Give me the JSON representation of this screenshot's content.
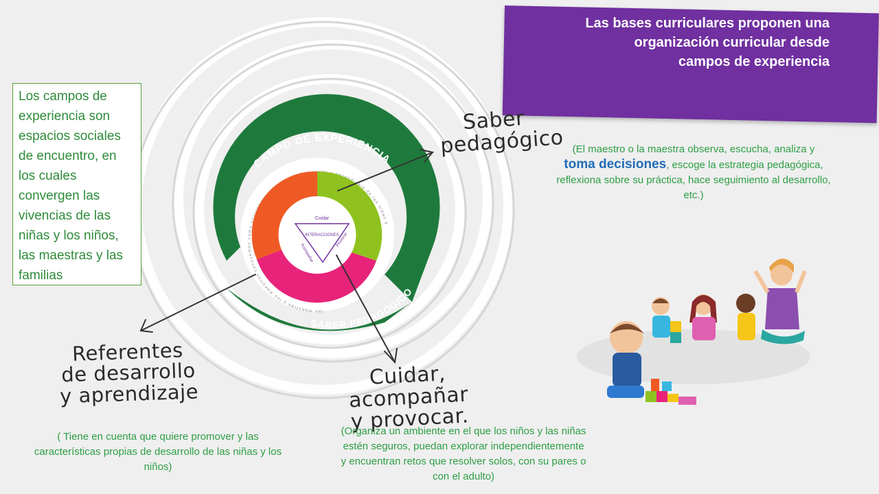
{
  "banner": {
    "line1": "Las bases curriculares  proponen una",
    "line2": "organización curricular desde",
    "line3": "campos de experiencia",
    "color": "#7030a0"
  },
  "side_box": {
    "text": "Los campos de experiencia son espacios sociales de encuentro, en los cuales convergen las vivencias de las niñas y los niños, las maestras y las familias"
  },
  "diagram": {
    "outer_label_top": "CAMPO DE EXPERIENCIA",
    "outer_label_bottom": "SABER PEDAGÓGICO",
    "center_label": "INTERACCIONES",
    "center_cuidar": "Cuidar",
    "center_acompanar": "Acompañar",
    "center_provocar": "Provocar",
    "ring_text": "las maestras y los maestros conocemos como ocurren los procesos de desarrollo y aprendizaje de las niñas y los niños",
    "colors": {
      "green_dark": "#1e7a3c",
      "green_light": "#8fc21f",
      "orange": "#ef5a24",
      "pink": "#e8237a"
    }
  },
  "saber": {
    "title_line1": "Saber",
    "title_line2": "pedagógico",
    "note_pre": "(El maestro o la maestra observa, escucha, analiza y",
    "note_big": "toma decisiones",
    "note_post": ", escoge la estrategia pedagógica, reflexiona sobre su práctica, hace seguimiento al desarrollo, etc.)"
  },
  "referentes": {
    "title_line1": "Referentes",
    "title_line2": "de desarrollo",
    "title_line3": "y aprendizaje",
    "note": "( Tiene en cuenta que quiere promover y las características propias de desarrollo de las niñas y los niños)"
  },
  "cuidar": {
    "title_line1": "Cuidar, acompañar",
    "title_line2": "y provocar.",
    "note": "(Organiza un ambiente en el que los niños y las niñas estén seguros, puedan explorar independientemente y encuentran retos que resolver solos, con su pares o con el adulto)"
  }
}
